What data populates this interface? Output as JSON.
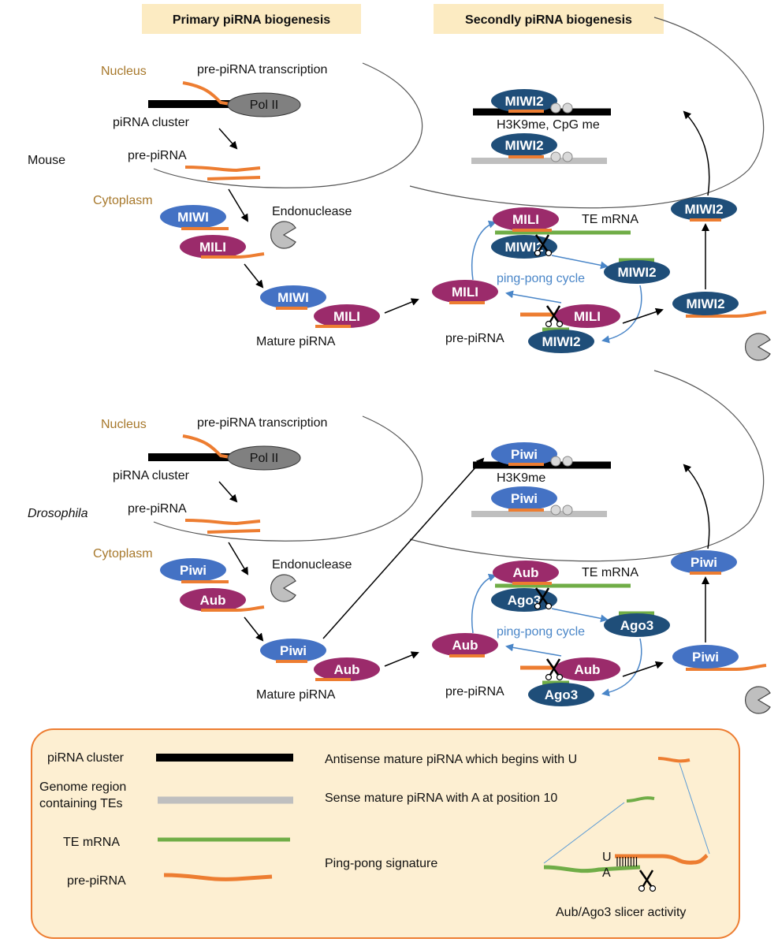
{
  "headers": {
    "primary": "Primary piRNA biogenesis",
    "secondary": "Secondly piRNA biogenesis"
  },
  "colors": {
    "orange": "#ED7D31",
    "purple": "#9B2B6B",
    "blue": "#4472C4",
    "navy": "#1F4E79",
    "green": "#70AD47",
    "gray": "#BFBFBF",
    "header_bg": "#FCEBC2",
    "legend_bg": "#FDEFD2"
  },
  "panels": [
    {
      "species": "Mouse",
      "nucleus": "Nucleus",
      "transcription": "pre-piRNA transcription",
      "polii": "Pol II",
      "cluster": "piRNA cluster",
      "prepirna": "pre-piRNA",
      "cytoplasm": "Cytoplasm",
      "endonuclease": "Endonuclease",
      "mature": "Mature piRNA",
      "p1": "MIWI",
      "p2": "MILI",
      "nuclear": "MIWI2",
      "marks": "H3K9me, CpG me",
      "te": "TE mRNA",
      "pingpong": "ping-pong cycle",
      "prepirna2": "pre-piRNA",
      "ping": "MILI",
      "pong": "MIWI2"
    },
    {
      "species": "Drosophila",
      "nucleus": "Nucleus",
      "transcription": "pre-piRNA transcription",
      "polii": "Pol II",
      "cluster": "piRNA cluster",
      "prepirna": "pre-piRNA",
      "cytoplasm": "Cytoplasm",
      "endonuclease": "Endonuclease",
      "mature": "Mature piRNA",
      "p1": "Piwi",
      "p2": "Aub",
      "nuclear": "Piwi",
      "marks": "H3K9me",
      "te": "TE mRNA",
      "pingpong": "ping-pong cycle",
      "prepirna2": "pre-piRNA",
      "ping": "Aub",
      "pong": "Ago3"
    }
  ],
  "legend": {
    "cluster": "piRNA cluster",
    "genome1": "Genome region",
    "genome2": "containing TEs",
    "te": "TE mRNA",
    "prepirna": "pre-piRNA",
    "antisense": "Antisense mature piRNA which begins with U",
    "sense": "Sense mature piRNA with A at position 10",
    "signature": "Ping-pong signature",
    "u": "U",
    "a": "A",
    "slicer": "Aub/Ago3 slicer activity"
  }
}
